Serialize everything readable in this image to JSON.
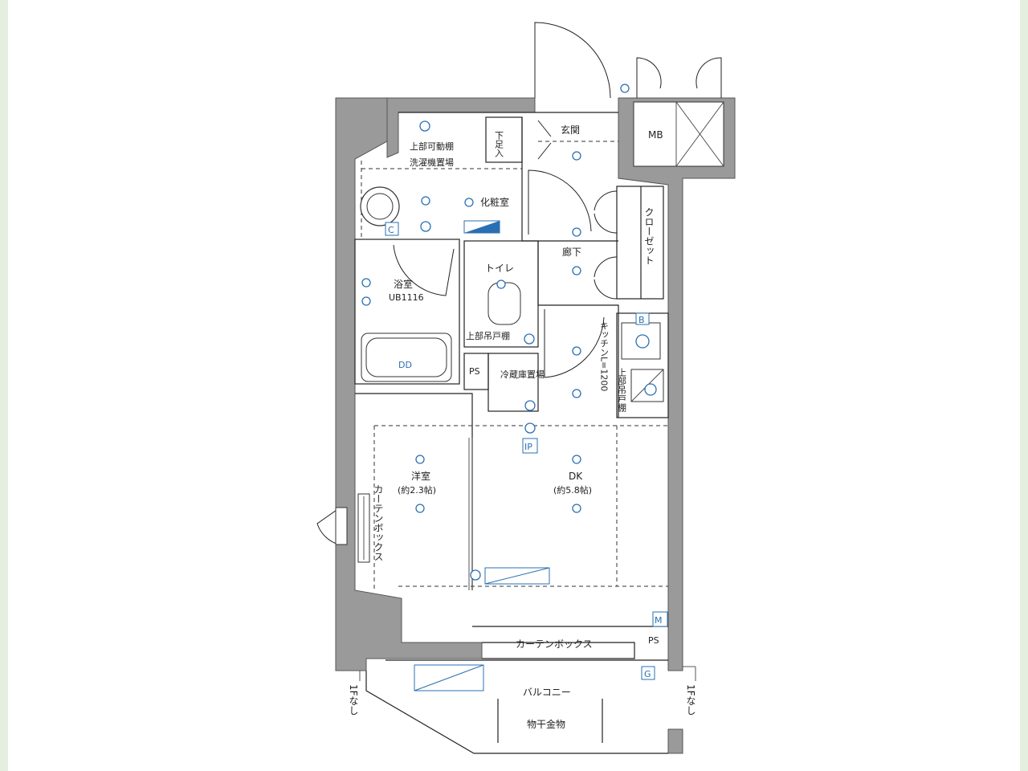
{
  "plan": {
    "rooms": {
      "entrance": "玄関",
      "shoe_box": "下足入",
      "powder_room": "化粧室",
      "washer_space": "洗濯機置場",
      "upper_cabinet_top": "上部可動棚",
      "bath": "浴室",
      "bath_unit": "UB1116",
      "toilet": "トイレ",
      "toilet_shelf": "上部吊戸棚",
      "hall": "廊下",
      "closet": "クローゼット",
      "fridge": "冷蔵庫置場",
      "kitchen": "キッチンL=1200",
      "kitchen_shelf": "上部吊戸棚",
      "ps_inner": "PS",
      "western_room": "洋室",
      "western_size": "(約2.3帖)",
      "curtain_box_side": "カーテンボックス",
      "dk": "DK",
      "dk_size": "(約5.8帖)",
      "curtain_box_bottom": "カーテンボックス",
      "ps_outer": "PS",
      "mb": "MB",
      "balcony": "バルコニー",
      "laundry_fixture": "物干金物",
      "no_1f_left": "1Fなし",
      "no_1f_right": "1Fなし"
    },
    "symbols": {
      "ip": "IP",
      "meter": "M",
      "gas": "G",
      "conditioner": "C",
      "boiler": "B",
      "dd": "DD"
    }
  }
}
